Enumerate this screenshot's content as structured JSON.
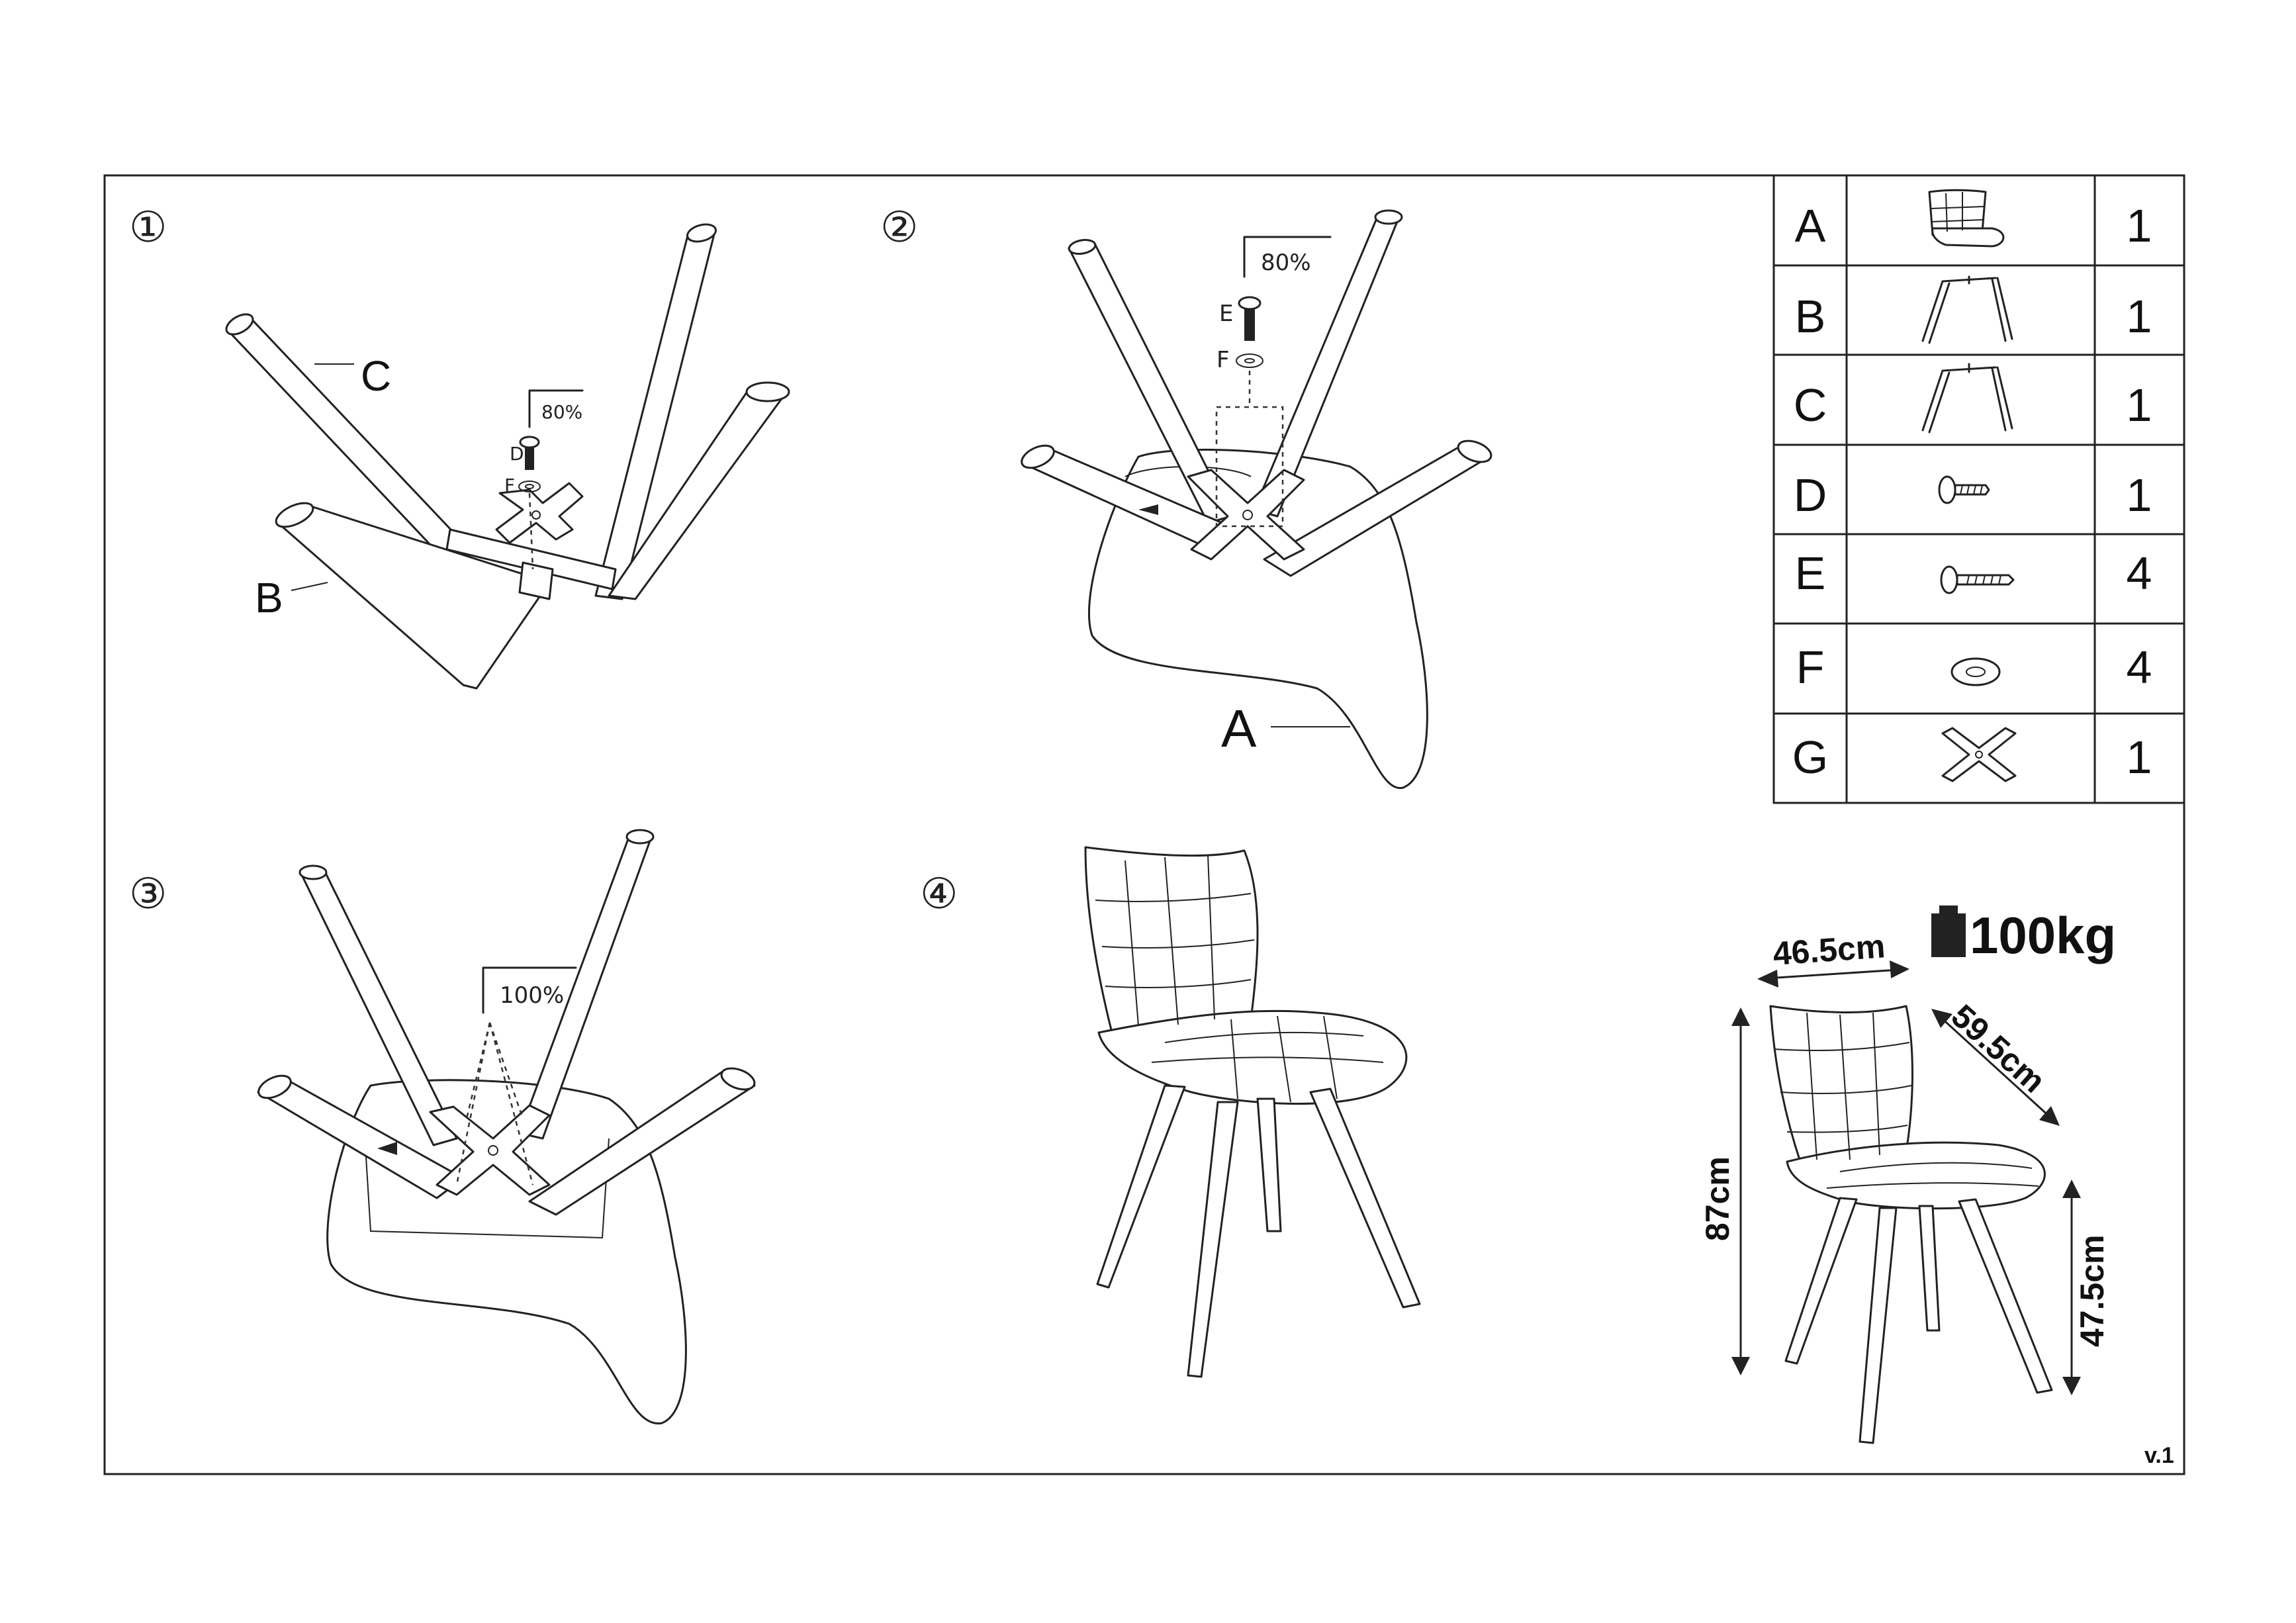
{
  "steps": [
    {
      "number": "①",
      "hint": "80%",
      "parts": [
        "C",
        "B",
        "D",
        "F"
      ]
    },
    {
      "number": "②",
      "hint": "80%",
      "parts": [
        "E",
        "F",
        "A"
      ]
    },
    {
      "number": "③",
      "hint": "100%"
    },
    {
      "number": "④"
    }
  ],
  "parts_table": [
    {
      "letter": "A",
      "icon": "seat-icon",
      "qty": "1"
    },
    {
      "letter": "B",
      "icon": "leg-frame-icon",
      "qty": "1"
    },
    {
      "letter": "C",
      "icon": "leg-frame-icon",
      "qty": "1"
    },
    {
      "letter": "D",
      "icon": "short-bolt-icon",
      "qty": "1"
    },
    {
      "letter": "E",
      "icon": "long-bolt-icon",
      "qty": "4"
    },
    {
      "letter": "F",
      "icon": "washer-icon",
      "qty": "4"
    },
    {
      "letter": "G",
      "icon": "cross-plate-icon",
      "qty": "1"
    }
  ],
  "dimensions": {
    "width": "46.5cm",
    "depth": "59.5cm",
    "height": "87cm",
    "seat_height": "47.5cm",
    "max_load": "100kg"
  },
  "version": "v.1"
}
